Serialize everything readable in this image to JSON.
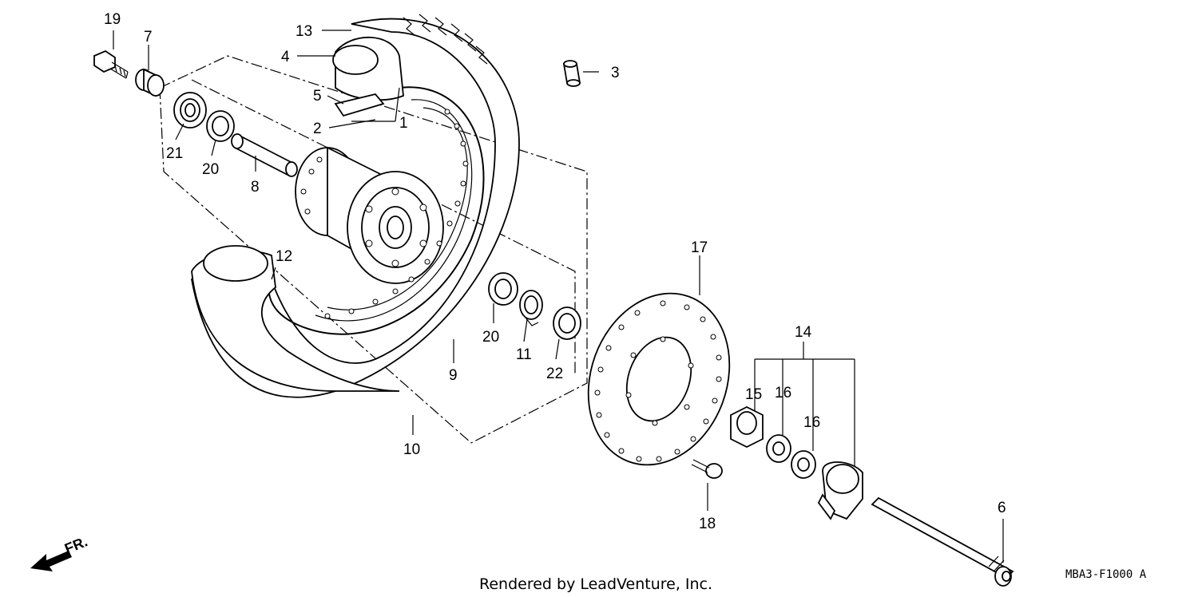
{
  "diagram": {
    "callouts": {
      "p1": "1",
      "p2": "2",
      "p3": "3",
      "p4": "4",
      "p5": "5",
      "p6": "6",
      "p7": "7",
      "p8": "8",
      "p9": "9",
      "p10": "10",
      "p11": "11",
      "p12": "12",
      "p13": "13",
      "p14": "14",
      "p15": "15",
      "p16a": "16",
      "p16b": "16",
      "p17": "17",
      "p18": "18",
      "p19": "19",
      "p20a": "20",
      "p20b": "20",
      "p21": "21",
      "p22": "22"
    },
    "direction_label": "FR.",
    "footer": "Rendered by LeadVenture, Inc.",
    "diagram_code": "MBA3-F1000 A"
  }
}
